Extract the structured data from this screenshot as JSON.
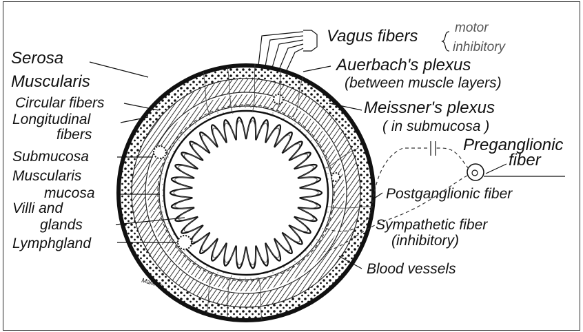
{
  "labels": {
    "vagus": "Vagus fibers",
    "motor": "motor",
    "inhibitory_top": "inhibitory",
    "auerbach": "Auerbach's plexus",
    "auerbach_note": "(between muscle layers)",
    "meissner": "Meissner's plexus",
    "meissner_note": "( in submucosa )",
    "preganglionic_1": "Preganglionic",
    "preganglionic_2": "fiber",
    "postganglionic": "Postganglionic fiber",
    "sympathetic": "Sympathetic fiber",
    "sympathetic_note": "(inhibitory)",
    "blood_vessels": "Blood vessels",
    "serosa": "Serosa",
    "muscularis": "Muscularis",
    "circular": "Circular fibers",
    "longitudinal": "Longitudinal",
    "longitudinal_2": "fibers",
    "submucosa": "Submucosa",
    "muscularis_mucosa_1": "Muscularis",
    "muscularis_mucosa_2": "mucosa",
    "villi_1": "Villi and",
    "villi_2": "glands",
    "lymphgland": "Lymphgland",
    "signature": "Malleck"
  }
}
